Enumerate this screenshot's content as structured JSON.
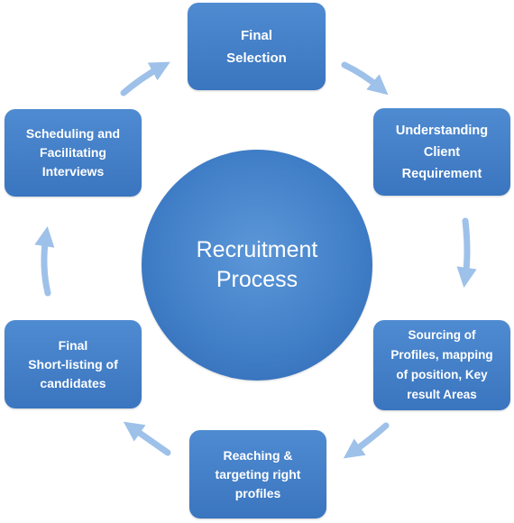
{
  "colors": {
    "box": "#3f7dc6",
    "arrow": "#9ec1e9",
    "text": "#ffffff"
  },
  "center": {
    "lines": [
      "Recruitment",
      "Process"
    ]
  },
  "steps": [
    {
      "lines": [
        "Final",
        "Selection"
      ]
    },
    {
      "lines": [
        "Understanding",
        "Client",
        "Requirement"
      ]
    },
    {
      "lines": [
        "Sourcing of",
        "Profiles, mapping",
        "of position, Key",
        "result Areas"
      ]
    },
    {
      "lines": [
        "Reaching &",
        "targeting right",
        "profiles"
      ]
    },
    {
      "lines": [
        "Final",
        "Short-listing of",
        "candidates"
      ]
    },
    {
      "lines": [
        "Scheduling and",
        "Facilitating",
        "Interviews"
      ]
    }
  ]
}
